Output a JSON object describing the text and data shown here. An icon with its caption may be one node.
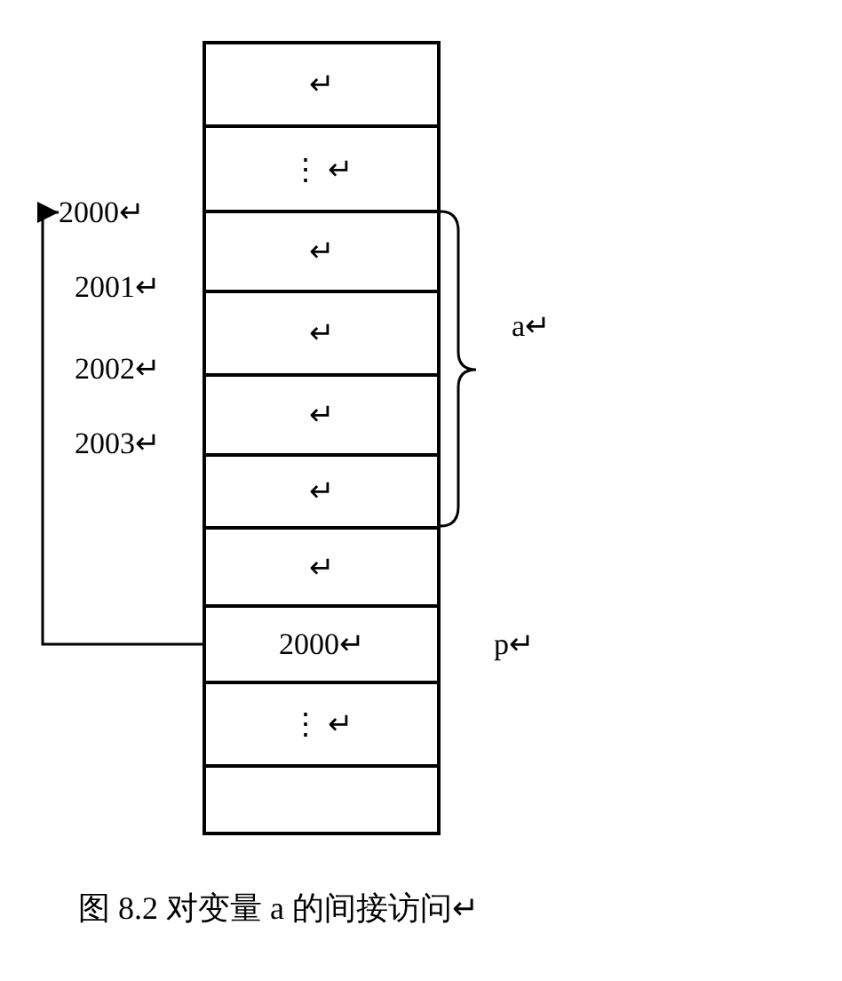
{
  "diagram": {
    "caption": "图 8.2 对变量 a 的间接访问↵",
    "nodes": [
      {
        "text": [
          "↵"
        ]
      },
      {
        "text": [
          "⋮ ↵"
        ]
      },
      {
        "text": [
          "↵"
        ]
      },
      {
        "text": [
          "↵"
        ]
      },
      {
        "text": [
          "↵"
        ]
      },
      {
        "text": [
          "↵"
        ]
      },
      {
        "text": [
          "↵"
        ]
      },
      {
        "text": [
          "2000↵"
        ]
      },
      {
        "text": [
          "⋮ ↵"
        ]
      },
      {
        "text": [],
        "shape": "box"
      },
      {
        "text": [
          "2000↵"
        ]
      }
    ],
    "edges": [
      {
        "from": 7,
        "to": 10,
        "arrow": "to"
      }
    ],
    "labels": [
      "2001↵",
      "2002↵",
      "a↵",
      "2003↵",
      "p↵"
    ]
  }
}
